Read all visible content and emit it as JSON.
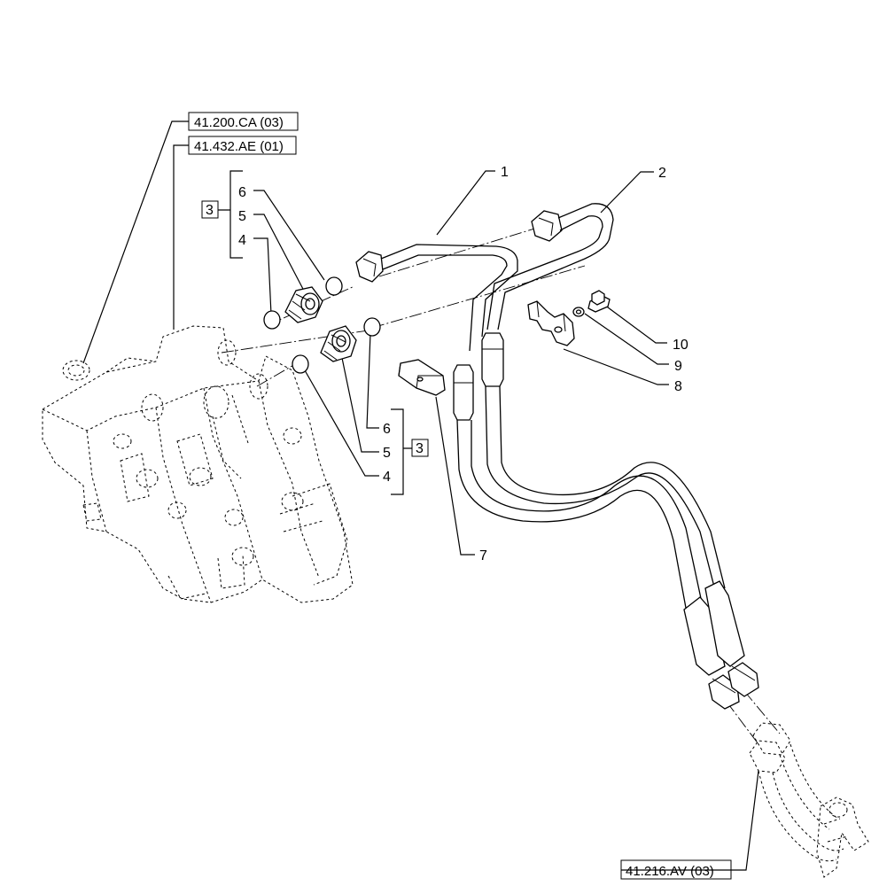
{
  "references": {
    "ref_a": "41.200.CA (03)",
    "ref_b": "41.432.AE (01)",
    "ref_c": "41.216.AV (03)"
  },
  "kit_box": "3",
  "callouts": {
    "c1": "1",
    "c2": "2",
    "c4_upper": "4",
    "c5_upper": "5",
    "c6_upper": "6",
    "c4_lower": "4",
    "c5_lower": "5",
    "c6_lower": "6",
    "c7": "7",
    "c8": "8",
    "c9": "9",
    "c10": "10"
  }
}
